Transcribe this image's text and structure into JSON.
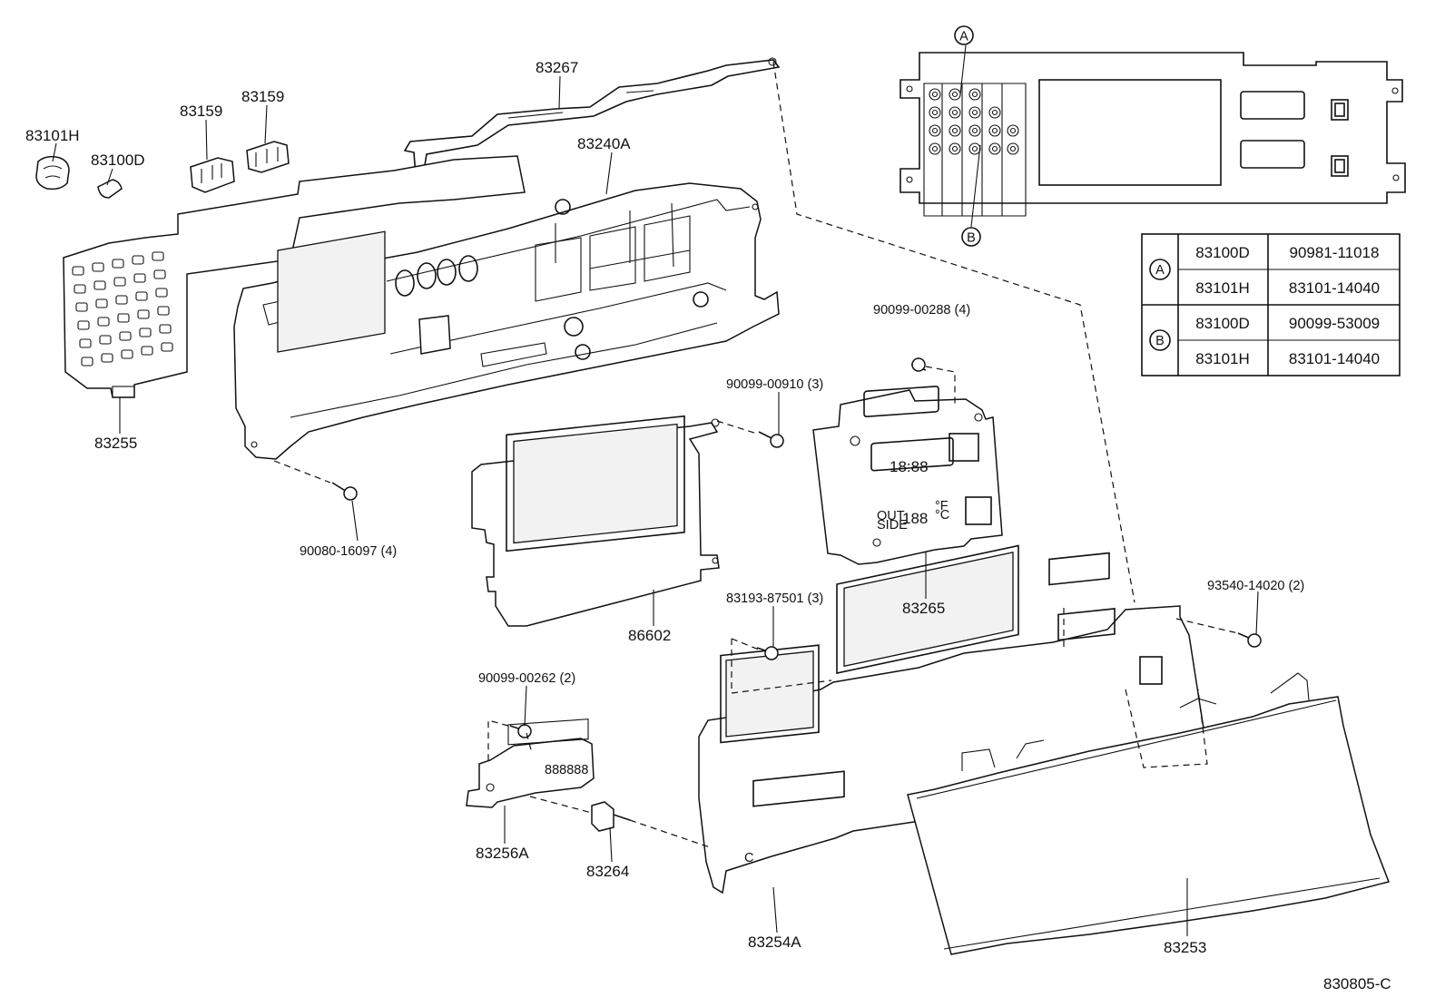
{
  "labels": {
    "p83267": "83267",
    "p83159a": "83159",
    "p83159b": "83159",
    "p83101H": "83101H",
    "p83100D": "83100D",
    "p83240A": "83240A",
    "p83255": "83255",
    "p90080": "90080-16097 (4)",
    "p90099_00910": "90099-00910 (3)",
    "p90099_00288": "90099-00288 (4)",
    "p86602": "86602",
    "p83265": "83265",
    "p83193": "83193-87501 (3)",
    "p93540": "93540-14020 (2)",
    "p90099_00262": "90099-00262 (2)",
    "p83256A": "83256A",
    "p83264": "83264",
    "p83254A": "83254A",
    "p83253": "83253",
    "code": "830805-C",
    "inset_a": "A",
    "inset_b": "B"
  },
  "lcd": {
    "clock": "18:88",
    "outside_tag": "OUT\nSIDE",
    "outside_temp": "188",
    "deg_unit": "°F\n°C",
    "odometer": "888888"
  },
  "bulb_table": {
    "rows": [
      {
        "group": "A",
        "part": "83100D",
        "number": "90981-11018"
      },
      {
        "group": "A",
        "part": "83101H",
        "number": "83101-14040"
      },
      {
        "group": "B",
        "part": "83100D",
        "number": "90099-53009"
      },
      {
        "group": "B",
        "part": "83101H",
        "number": "83101-14040"
      }
    ]
  }
}
